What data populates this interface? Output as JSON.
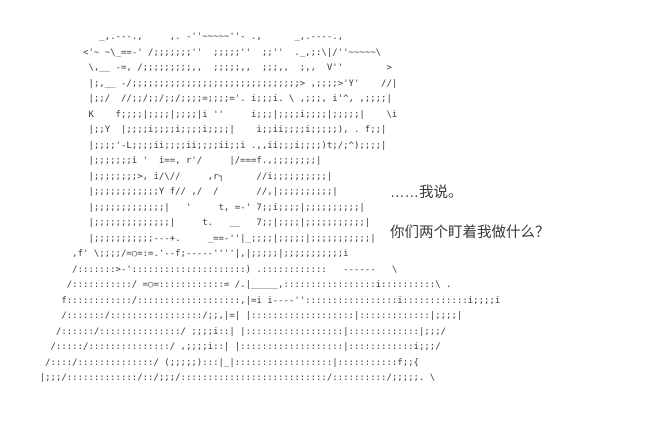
{
  "colors": {
    "background": "#ffffff",
    "art": "#3a3a3a",
    "text": "#3a3a3a"
  },
  "dialogue": {
    "line1": "……我说。",
    "line2": "你们两个盯着我做什么？"
  },
  "ascii_art": {
    "description": "monochrome Shift-JIS style ASCII-art of a long-haired character facing forward, hair hatched with semicolons, closed == eyes, round badge on collar, wide hatched robe below",
    "lines": [
      "               _,.---.,     ,. -''~~~~~''- .,      _,.----.,",
      "            <'~ ~\\_==-' /;;;;;;;''  ;;;;;''  ;;''  ._,;:\\|/''~~~~~\\",
      "             \\,__ -=, /;;;;;;;;;,,  ;;;;;,,  ;;;,,  ;,,  V''        >",
      "             |;,__ -/;;;;;;;;;;;;;;;;;;;;;;;;;;;;;;;> ,;;;;>'Y'    //|",
      "             |;;/  //;;/;;/;;/;;;;=;;;;='. i;;;i. \\ ,;;;, i'^, ,;;;;|",
      "             K    f;;;;|;;;;|;;;;|i ''     i;;;|;;;;i;;;;|;;;;;|    \\i",
      "             |;;Y  |;;;;i;;;;i;;;;i;;;;|    i;;ii;;;;i;;;;;), . f;;|",
      "             |;;;;'-L;;;;ii;;;;ii;;;;ii;;i .,,ii;;;i;;;;)t;/;^);;;;|",
      "             |;;;;;;;i '  i==, r'/     |/===f.,;;;;;;;;|",
      "             |;;;;;;;;>, i/\\//     ,r┐      //i;;;;;;;;;;|",
      "             |;;;;;;;;;;;;Y f// ,/  /       //,|;;;;;;;;;;|",
      "             |;;;;;;;;;;;;;|   '     t, =-' 7;;i;;;;|;;;;;;;;;;|",
      "             |;;;;;;;;;;;;;;|     t.   __   7;;|;;;;|;;;;;;;;;;;|",
      "             |;;;;;;;;;;;---+.     _==-''|_;;;;|;;;;;|;;;;;;;;;;;|",
      "          ,f' \\;;;;/=○=:=.'--f;-----''''|,|;;;;;|;;;;;;;;;;;i",
      "          /:::::::>-':::::::::::::::::::::) .::::::::::::   ------   \\",
      "         /:::::::::::/ =○=::::::::::::= /.|_____,:::::::::::::::::i::::::::::\\ .",
      "        f::::::::::::/:::::::::::::::::::,|=i i----'':::::::::::::::::i::::::::::::i;;;;i",
      "        /:::::::/:::::::::::::::::/;;,|=| |:::::::::::::::::::|:::::::::::::|;;;;|",
      "       /::::::/:::::::::::::::/ ;;;;i::| |::::::::::::::::::|:::::::::::::|;;;/",
      "      /:::::/:::::::::::::::/ ,;;;;i::| |:::::::::::::::::::|::::::::::::i;;;/",
      "     /::::/::::::::::::::/ (;;;;;):::|_|::::::::::::::::::|:::::::::::f;;{",
      "    |;;;/:::::::::::::/::/;;;/:::::::::::::::::::::::::::/::::::::::/;;;;;. \\"
    ]
  }
}
